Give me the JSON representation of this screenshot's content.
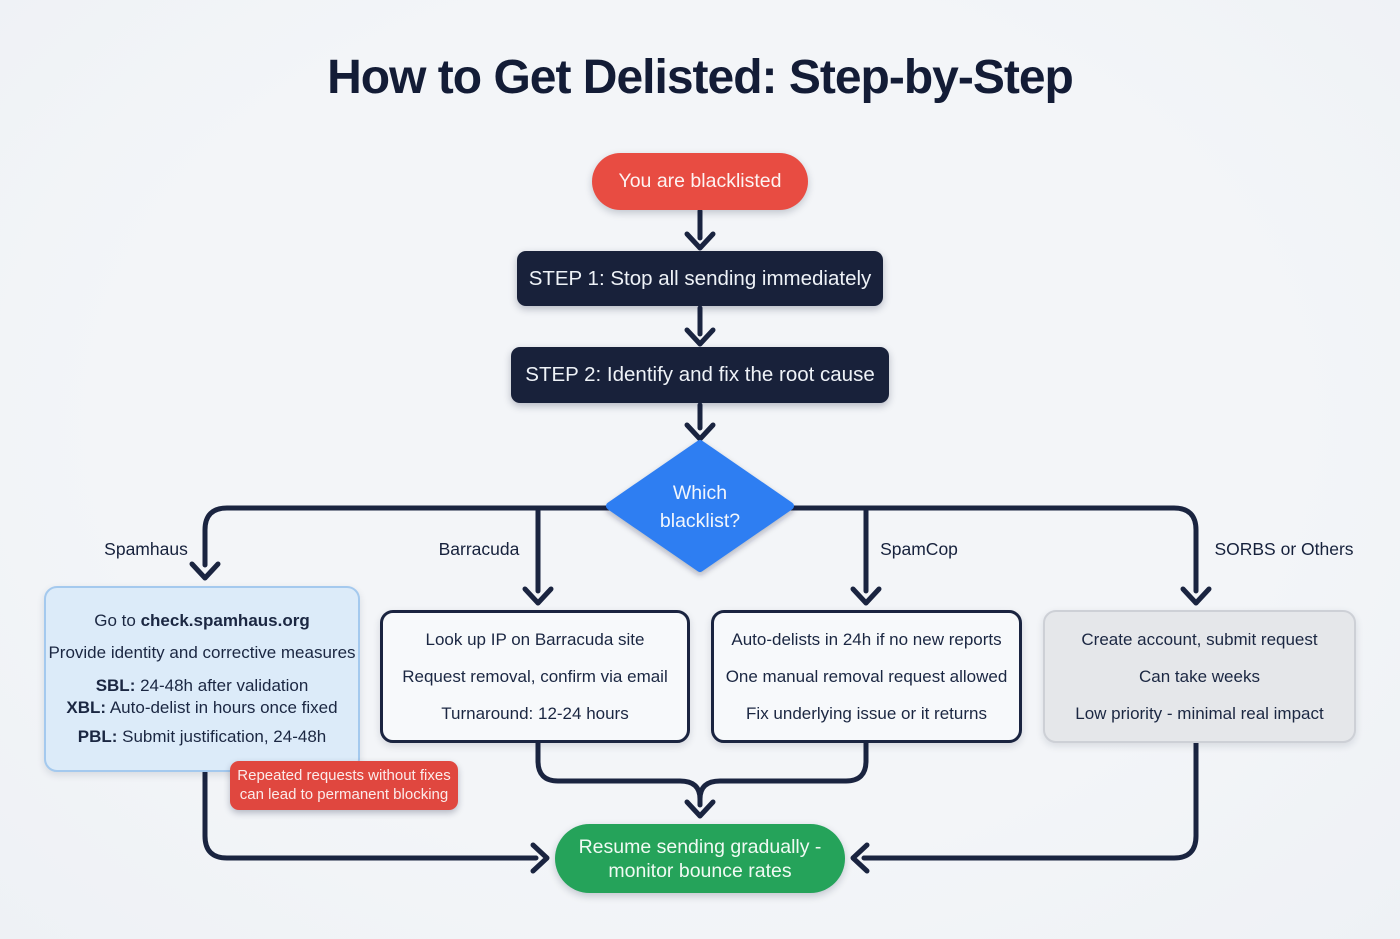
{
  "title": "How to Get Delisted: Step-by-Step",
  "flow": {
    "start": "You are blacklisted",
    "step1": "STEP 1: Stop all sending immediately",
    "step2": "STEP 2: Identify and fix the root cause",
    "decision_line1": "Which",
    "decision_line2": "blacklist?"
  },
  "branches": [
    {
      "label": "Spamhaus",
      "lines": [
        {
          "pre": "Go to ",
          "bold": "check.spamhaus.org",
          "post": ""
        },
        {
          "pre": "Provide identity and corrective measures",
          "bold": "",
          "post": ""
        },
        {
          "pre": "",
          "bold": "SBL:",
          "post": " 24-48h after validation"
        },
        {
          "pre": "",
          "bold": "XBL:",
          "post": " Auto-delist in hours once fixed"
        },
        {
          "pre": "",
          "bold": "PBL:",
          "post": " Submit justification, 24-48h"
        }
      ]
    },
    {
      "label": "Barracuda",
      "lines": [
        {
          "pre": "Look up IP on Barracuda site",
          "bold": "",
          "post": ""
        },
        {
          "pre": "Request removal, confirm via email",
          "bold": "",
          "post": ""
        },
        {
          "pre": "Turnaround: 12-24 hours",
          "bold": "",
          "post": ""
        }
      ]
    },
    {
      "label": "SpamCop",
      "lines": [
        {
          "pre": "Auto-delists in 24h if no new reports",
          "bold": "",
          "post": ""
        },
        {
          "pre": "One manual removal request allowed",
          "bold": "",
          "post": ""
        },
        {
          "pre": "Fix underlying issue or it returns",
          "bold": "",
          "post": ""
        }
      ]
    },
    {
      "label": "SORBS or Others",
      "lines": [
        {
          "pre": "Create account, submit request",
          "bold": "",
          "post": ""
        },
        {
          "pre": "Can take weeks",
          "bold": "",
          "post": ""
        },
        {
          "pre": "Low priority - minimal real impact",
          "bold": "",
          "post": ""
        }
      ]
    }
  ],
  "warning": {
    "line1": "Repeated requests without fixes",
    "line2": "can lead to permanent blocking"
  },
  "end": {
    "line1": "Resume sending gradually -",
    "line2": "monitor bounce rates"
  },
  "colors": {
    "background": "#f2f4f7",
    "connector": "#1a2440",
    "alert_red": "#e84c42",
    "step_navy": "#18213a",
    "decision_blue": "#2e7ef2",
    "success_green": "#25a35a",
    "spamhaus_fill": "#dcebf9",
    "spamhaus_border": "#a4c9ee",
    "neutral_fill": "#e5e7ea",
    "neutral_border": "#cdd0d6"
  }
}
